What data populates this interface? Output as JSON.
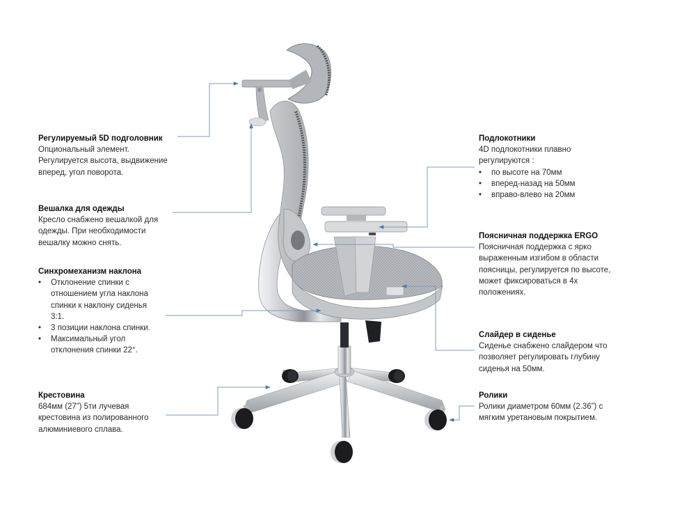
{
  "diagram": {
    "subject": "office-chair",
    "colors": {
      "connector": "#7f9bb8",
      "arrowhead": "#4a78b5",
      "frame": "#b8babd",
      "mesh": "#a9acb0",
      "chrome": "#d9dbde",
      "wheel": "#1c1c1e",
      "background": "#ffffff"
    }
  },
  "callouts": {
    "headrest": {
      "title": "Регулируемый 5D подголовник",
      "lines": [
        "Опциональный элемент.",
        "Регулируется высота, выдвижение",
        "вперед, угол поворота."
      ]
    },
    "hanger": {
      "title": "Вешалка для одежды",
      "lines": [
        "Кресло снабжено вешалкой для",
        "одежды. При необходимости",
        "вешалку можно снять."
      ]
    },
    "mechanism": {
      "title": "Синхромеханизм наклона",
      "bullets": [
        [
          "Отклонение спинки с",
          "отношением угла наклона",
          "спинки к наклону сиденья",
          "3:1."
        ],
        [
          "3 позиции наклона спинки."
        ],
        [
          "Максимальный угол",
          "отклонения спинки 22°."
        ]
      ]
    },
    "base": {
      "title": "Крестовина",
      "lines": [
        "684мм (27”) 5ти лучевая",
        "крестовина из полированного",
        "алюминиевого сплава."
      ]
    },
    "armrests": {
      "title": "Подлокотники",
      "lines": [
        "4D подлокотники плавно",
        "регулируются :"
      ],
      "bullets": [
        "по высоте на 70мм",
        "вперед-назад на 50мм",
        "вправо-влево на 20мм"
      ]
    },
    "lumbar": {
      "title": "Поясничная поддержка ERGO",
      "lines": [
        "Поясничная поддержка с ярко",
        "выраженным изгибом в области",
        "поясницы, регулируется по высоте,",
        "может фиксироваться в 4х",
        "положениях."
      ]
    },
    "slider": {
      "title": "Слайдер в сиденье",
      "lines": [
        "Сиденье снабжено слайдером что",
        "позволяет регулировать глубину",
        "сиденья на 50мм."
      ]
    },
    "casters": {
      "title": "Ролики",
      "lines": [
        "Ролики диаметром 60мм (2.36”) с",
        "мягким уретановым покрытием."
      ]
    }
  }
}
